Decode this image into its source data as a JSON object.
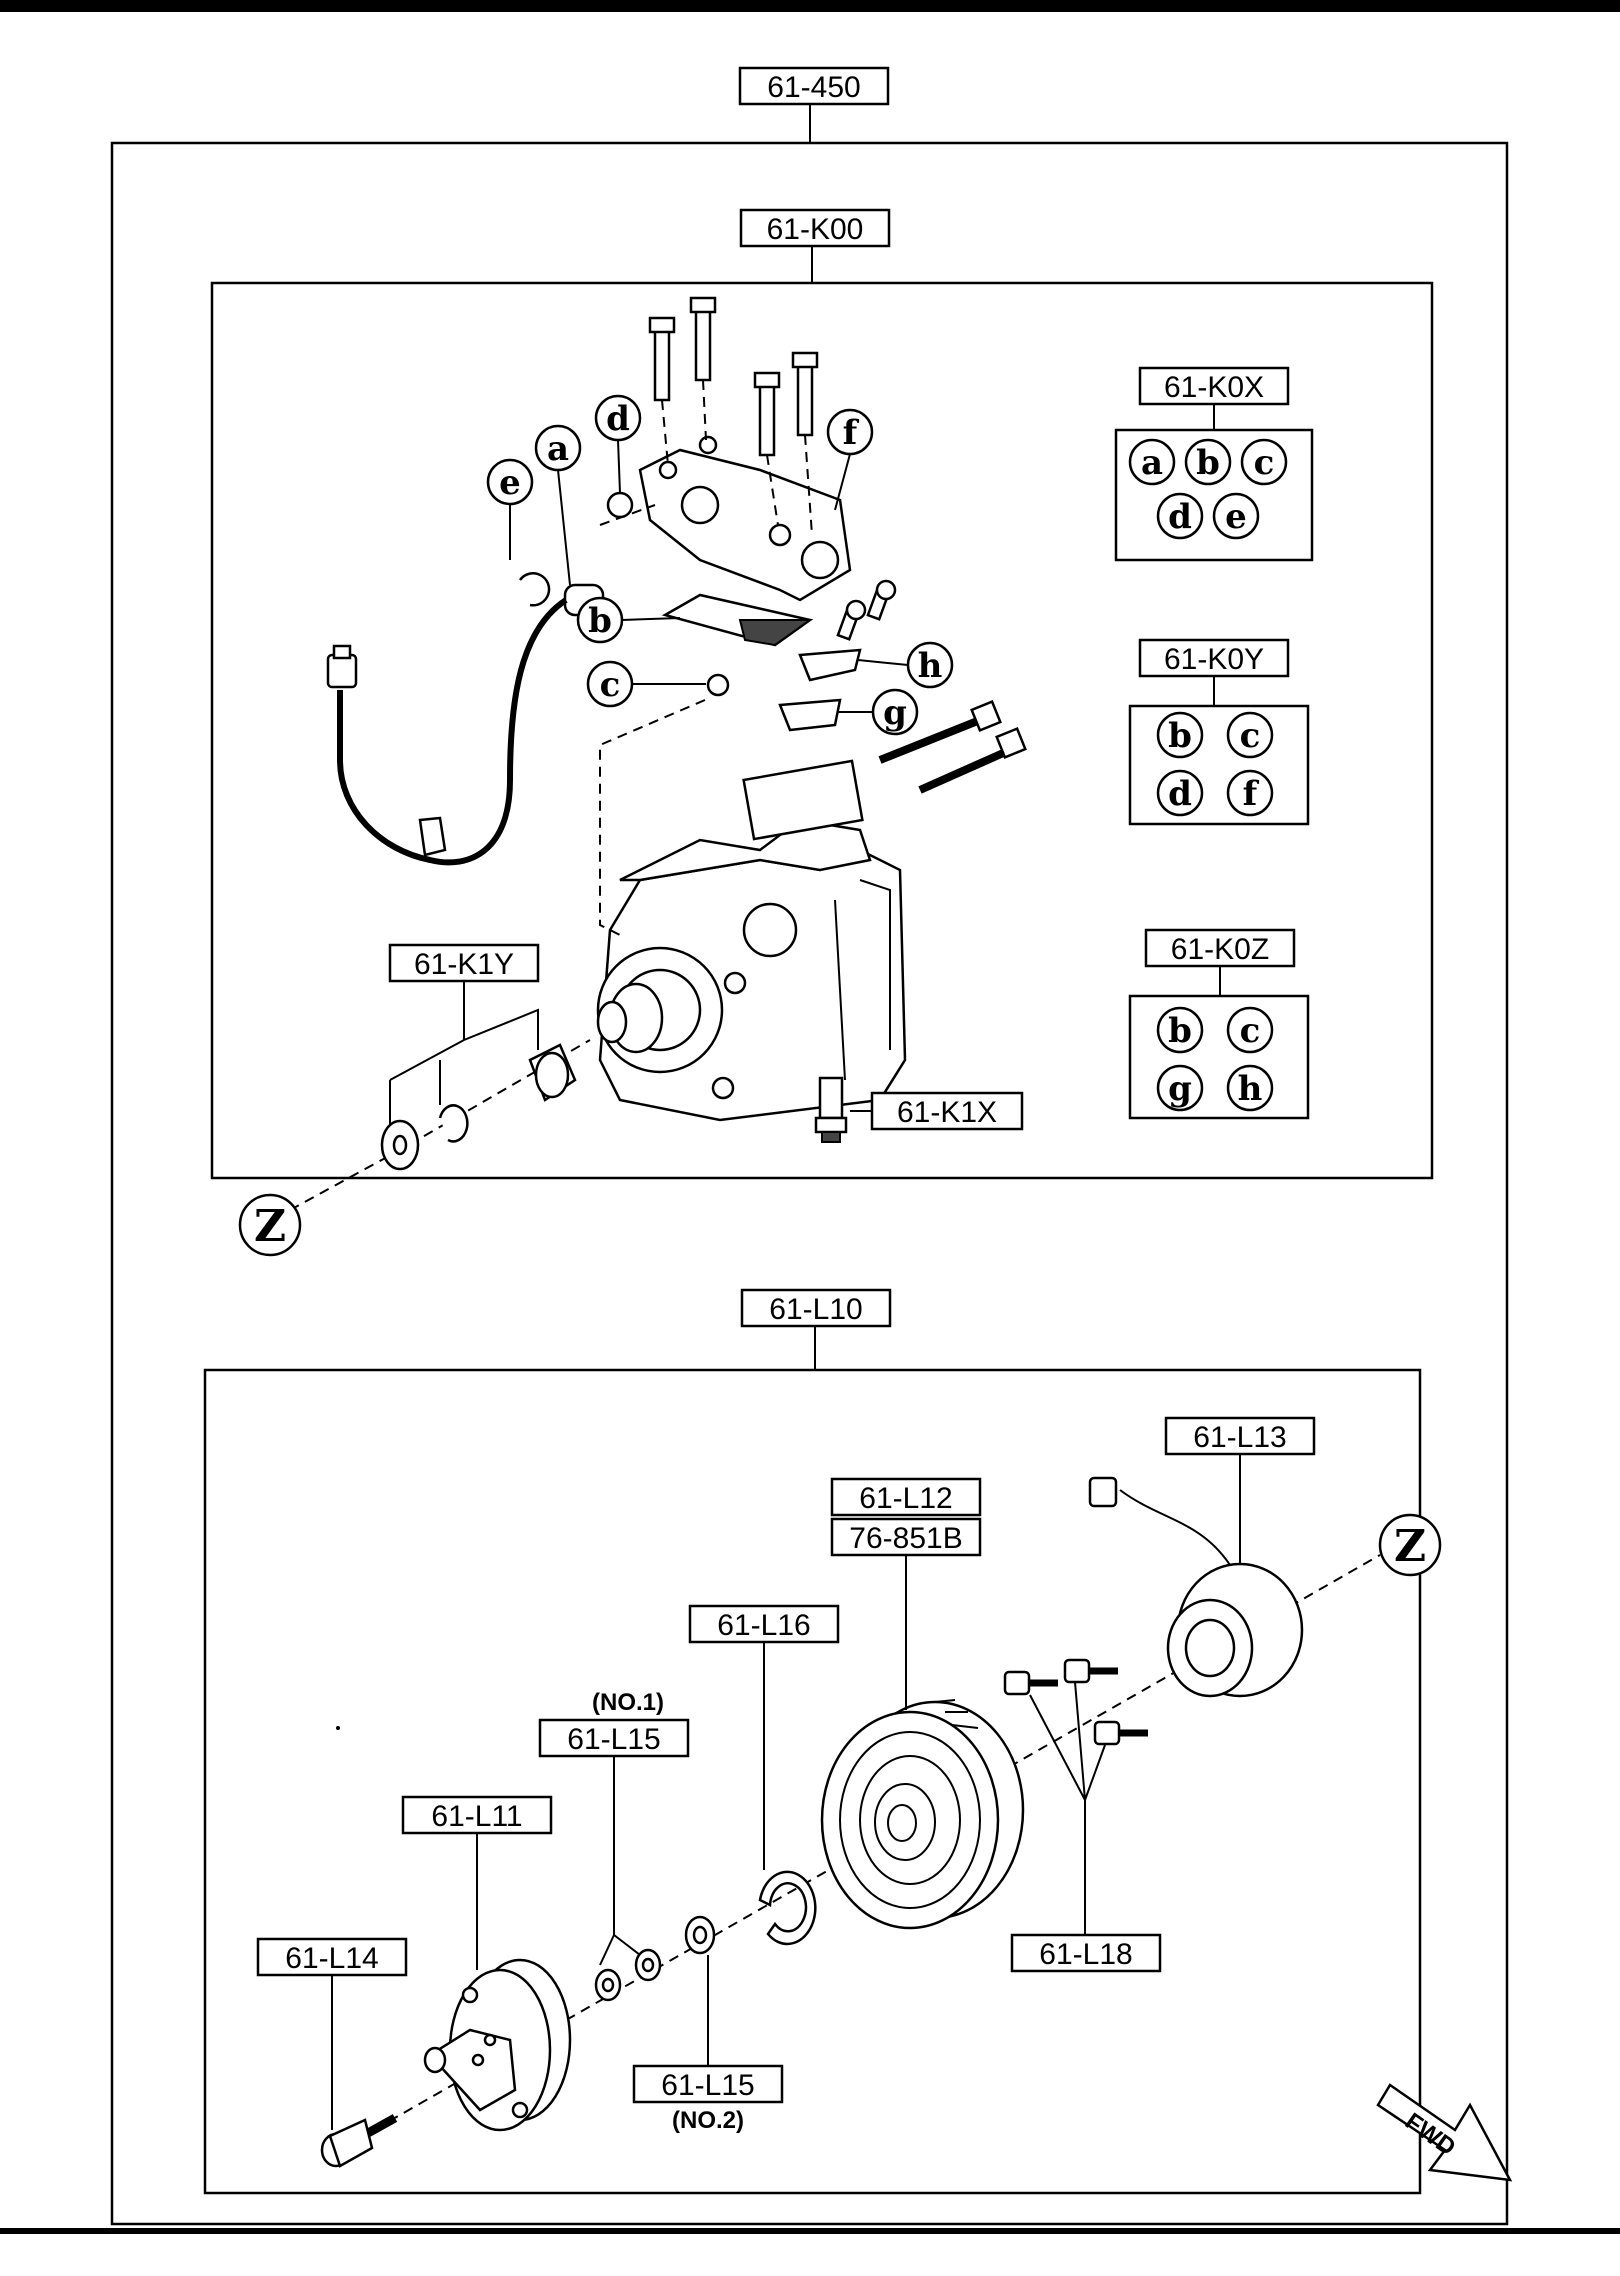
{
  "labels": {
    "top": "61-450",
    "k00": "61-K00",
    "k0x": "61-K0X",
    "k0y": "61-K0Y",
    "k0z": "61-K0Z",
    "k1y": "61-K1Y",
    "k1x": "61-K1X",
    "l10": "61-L10",
    "l13": "61-L13",
    "l12": "61-L12",
    "l12b": "76-851B",
    "l16": "61-L16",
    "l15a": "61-L15",
    "l15a_note": "(NO.1)",
    "l11": "61-L11",
    "l14": "61-L14",
    "l15b": "61-L15",
    "l15b_note": "(NO.2)",
    "l18": "61-L18",
    "fwd": "FWD"
  },
  "callouts": {
    "a": "a",
    "b": "b",
    "c": "c",
    "d": "d",
    "e": "e",
    "f": "f",
    "g": "g",
    "h": "h",
    "z": "Z"
  },
  "kits": {
    "k0x": [
      "a",
      "b",
      "c",
      "d",
      "e"
    ],
    "k0y": [
      "b",
      "c",
      "d",
      "f"
    ],
    "k0z": [
      "b",
      "c",
      "g",
      "h"
    ]
  }
}
